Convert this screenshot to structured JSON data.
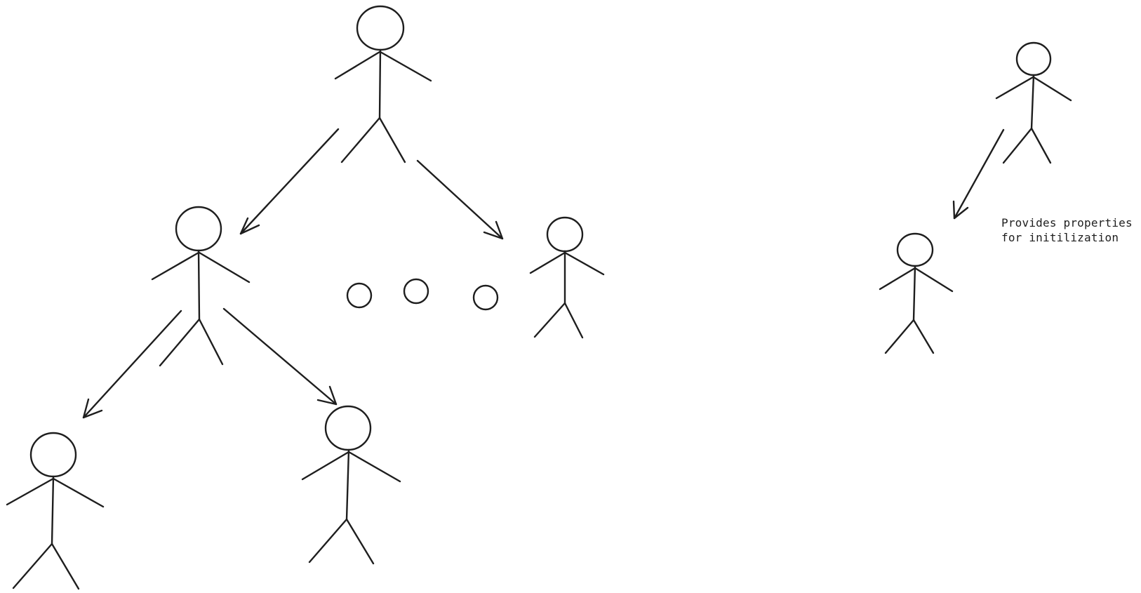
{
  "diagram": {
    "annotation": {
      "line1": "Provides properties",
      "line2": "for initilization"
    },
    "figures": [
      {
        "name": "root-person-figure",
        "role": "root"
      },
      {
        "name": "child-left-person-figure",
        "role": "child"
      },
      {
        "name": "child-right-person-figure",
        "role": "child"
      },
      {
        "name": "grandchild-left-person-figure",
        "role": "grandchild"
      },
      {
        "name": "grandchild-right-person-figure",
        "role": "grandchild"
      },
      {
        "name": "provider-person-figure",
        "role": "provider"
      },
      {
        "name": "receiver-person-figure",
        "role": "receiver"
      }
    ],
    "ellipsis_dot_count": 3
  },
  "colors": {
    "ink": "#1e1e1e",
    "background": "#ffffff"
  }
}
